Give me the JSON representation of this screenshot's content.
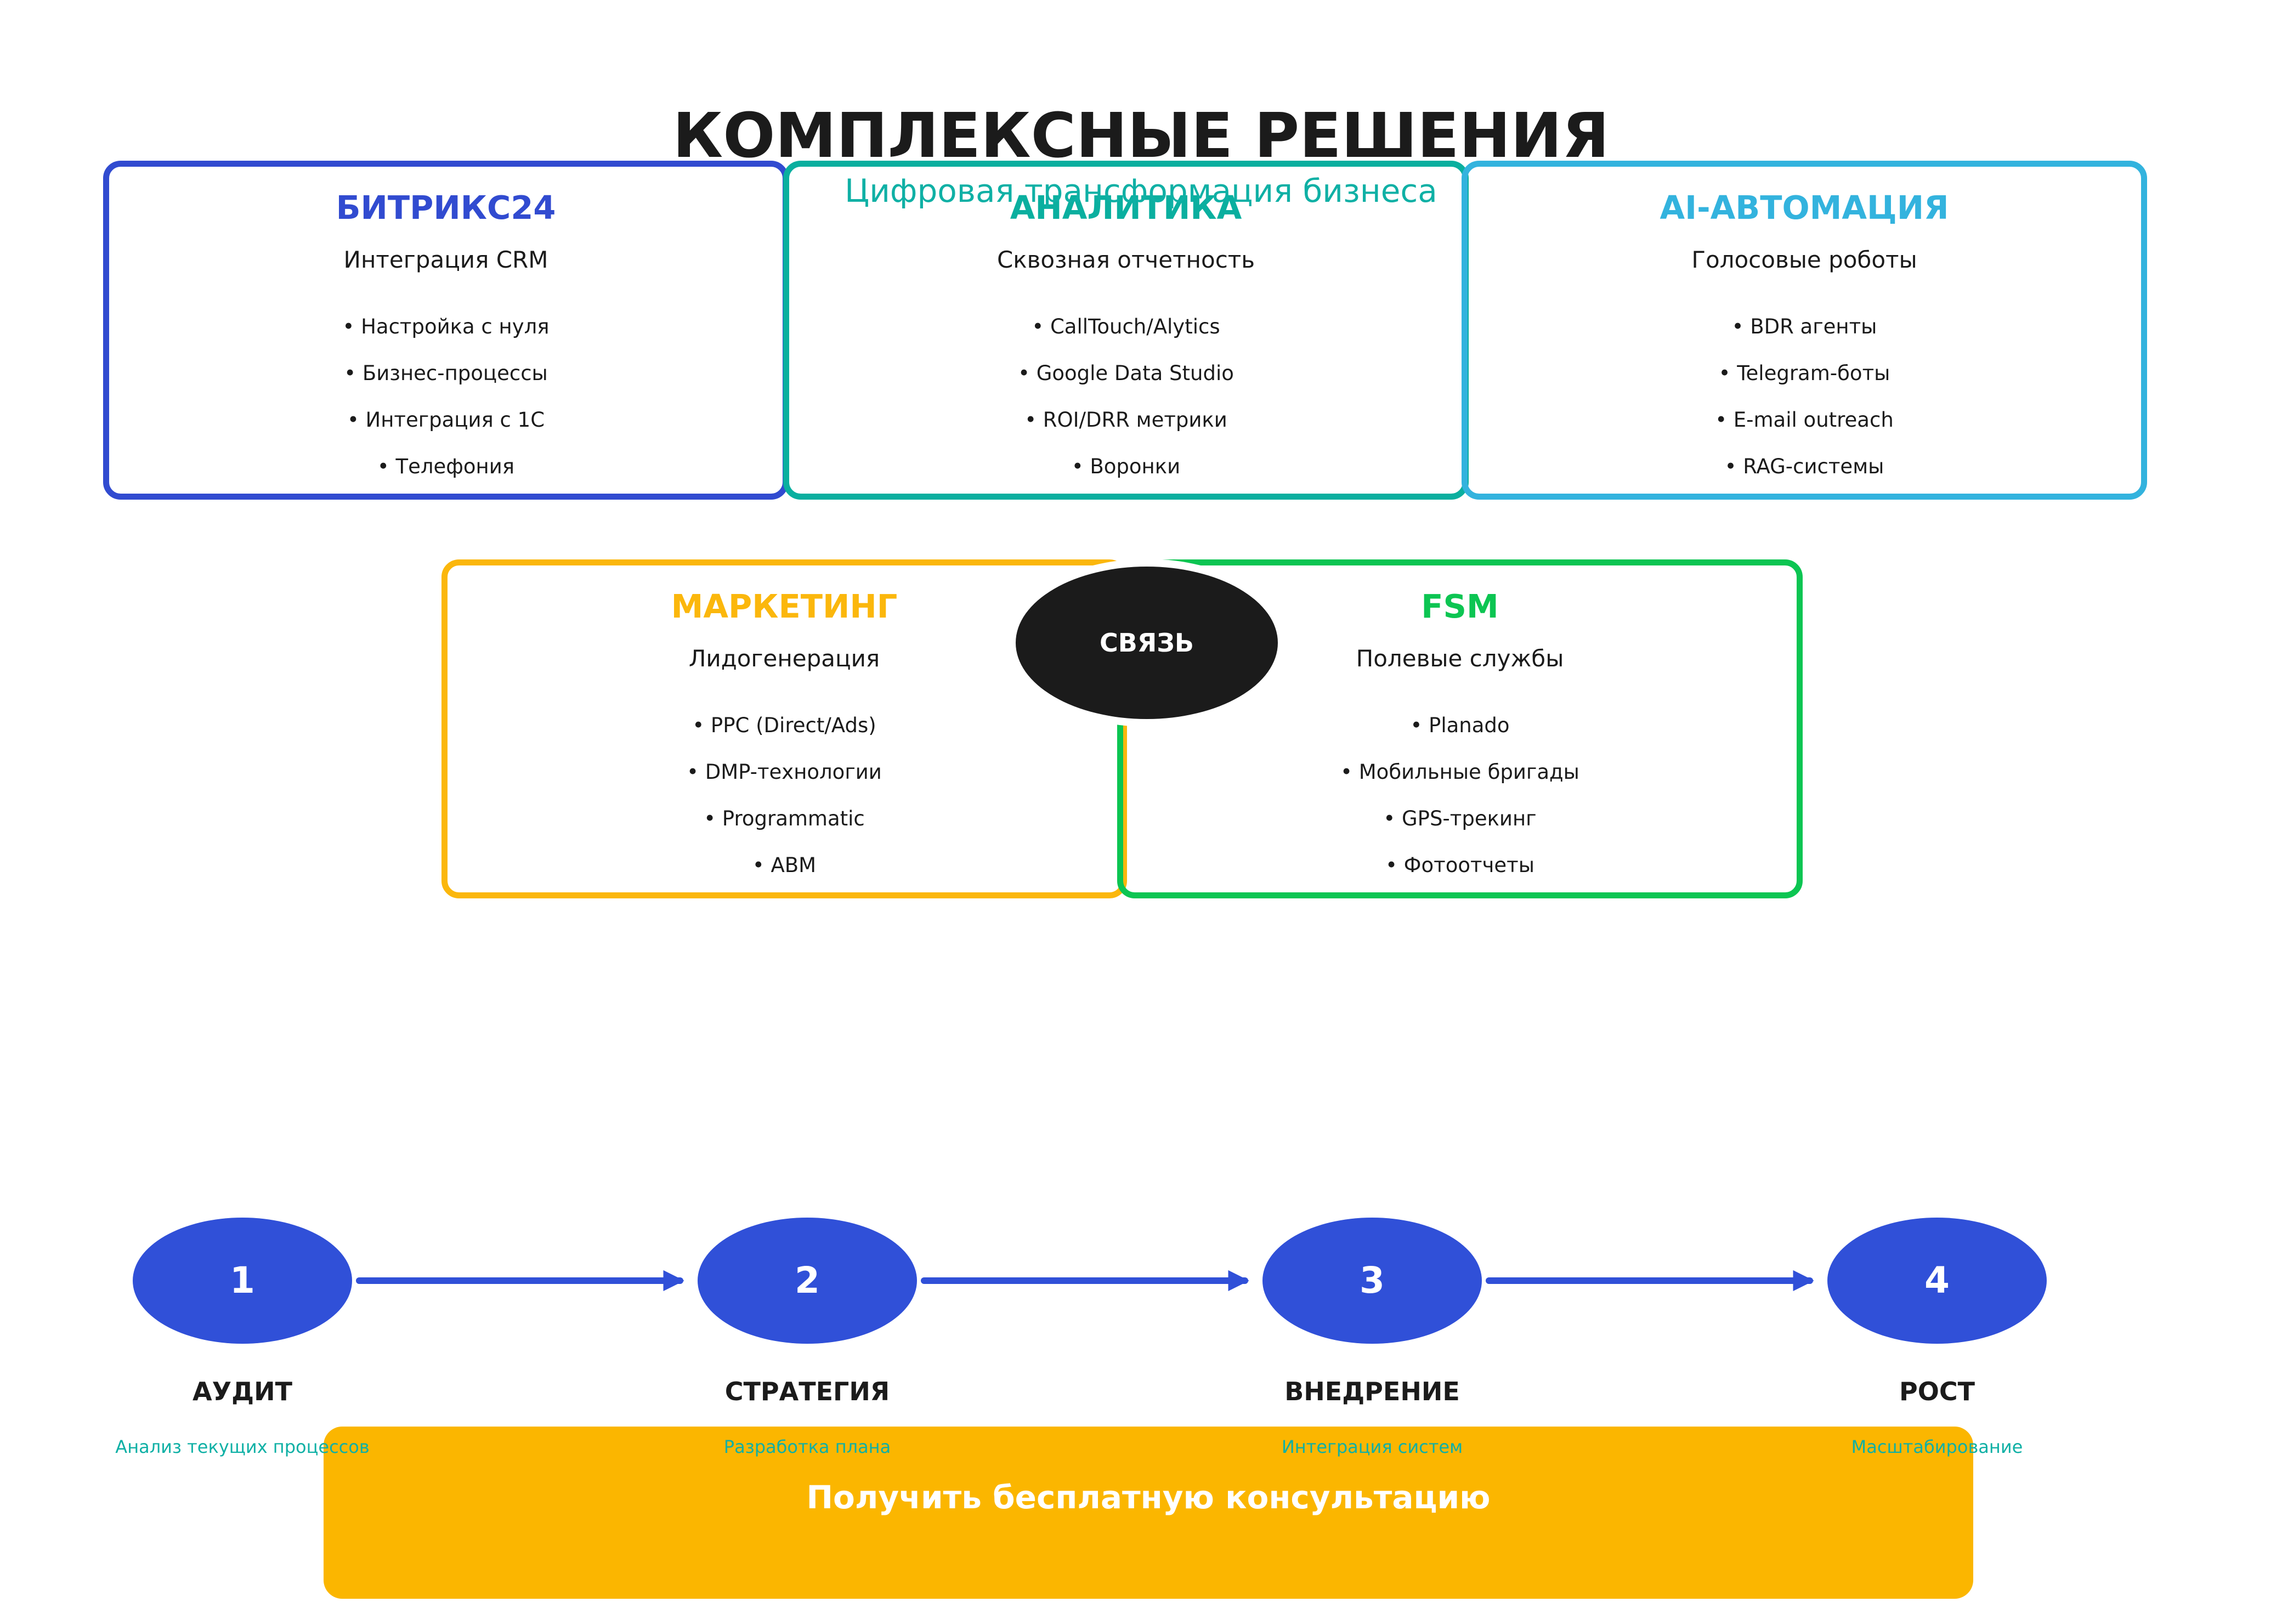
{
  "header": {
    "title": "КОМПЛЕКСНЫЕ РЕШЕНИЯ",
    "subtitle": "Цифровая трансформация бизнеса"
  },
  "cards": [
    {
      "title": "БИТРИКС24",
      "subtitle": "Интеграция CRM",
      "items": [
        "• Настройка с нуля",
        "• Бизнес-процессы",
        "• Интеграция с 1С",
        "• Телефония"
      ],
      "color": "#314bd0"
    },
    {
      "title": "АНАЛИТИКА",
      "subtitle": "Сквозная отчетность",
      "items": [
        "• CallTouch/Alytics",
        "• Google Data Studio",
        "• ROI/DRR метрики",
        "• Воронки"
      ],
      "color": "#0aaf9f"
    },
    {
      "title": "AI-АВТОМАЦИЯ",
      "subtitle": "Голосовые роботы",
      "items": [
        "• BDR агенты",
        "• Telegram-боты",
        "• E-mail outreach",
        "• RAG-системы"
      ],
      "color": "#33b3de"
    },
    {
      "title": "МАРКЕТИНГ",
      "subtitle": "Лидогенерация",
      "items": [
        "• PPC (Direct/Ads)",
        "• DMP-технологии",
        "• Programmatic",
        "• ABM"
      ],
      "color": "#fbb70c"
    },
    {
      "title": "FSM",
      "subtitle": "Полевые службы",
      "items": [
        "• Planado",
        "• Мобильные бригады",
        "• GPS-трекинг",
        "• Фотоотчеты"
      ],
      "color": "#0cc552"
    }
  ],
  "hub": {
    "label": "СВЯЗЬ",
    "color": "#1b1b1b"
  },
  "process": {
    "accent": "#3050d8",
    "steps": [
      {
        "number": "1",
        "label": "АУДИТ",
        "desc": "Анализ текущих процессов"
      },
      {
        "number": "2",
        "label": "СТРАТЕГИЯ",
        "desc": "Разработка плана"
      },
      {
        "number": "3",
        "label": "ВНЕДРЕНИЕ",
        "desc": "Интеграция систем"
      },
      {
        "number": "4",
        "label": "РОСТ",
        "desc": "Масштабирование"
      }
    ]
  },
  "cta": {
    "label": "Получить бесплатную консультацию",
    "color": "#fbb600"
  }
}
